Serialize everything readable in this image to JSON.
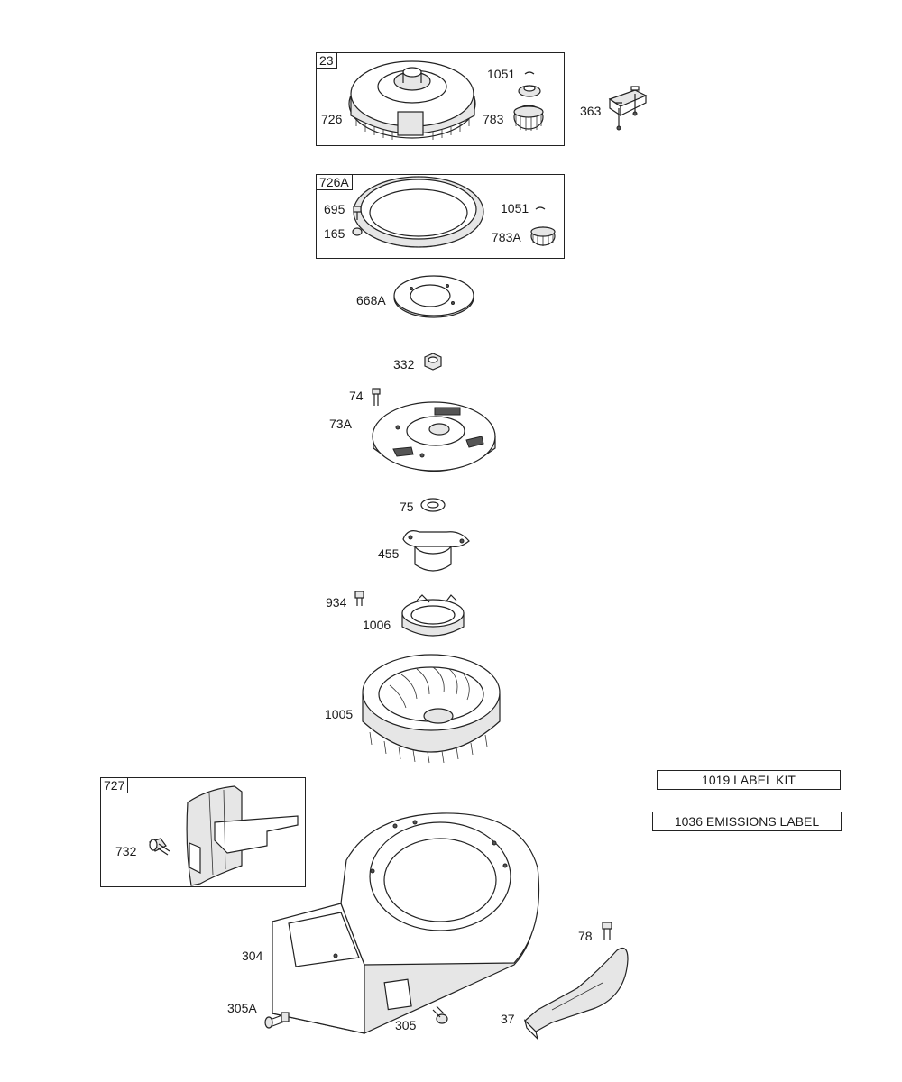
{
  "groups": {
    "g23": {
      "number": "23"
    },
    "g726a": {
      "number": "726A"
    },
    "g727": {
      "number": "727"
    }
  },
  "labels": {
    "p726": "726",
    "p1051a": "1051",
    "p783": "783",
    "p363": "363",
    "p695": "695",
    "p165": "165",
    "p1051b": "1051",
    "p783a": "783A",
    "p668a": "668A",
    "p332": "332",
    "p74": "74",
    "p73a": "73A",
    "p75": "75",
    "p455": "455",
    "p934": "934",
    "p1006": "1006",
    "p1005": "1005",
    "p732": "732",
    "p304": "304",
    "p305a": "305A",
    "p305": "305",
    "p78": "78",
    "p37": "37"
  },
  "tags": {
    "label_kit": "1019 LABEL KIT",
    "emissions_label": "1036 EMISSIONS LABEL"
  }
}
